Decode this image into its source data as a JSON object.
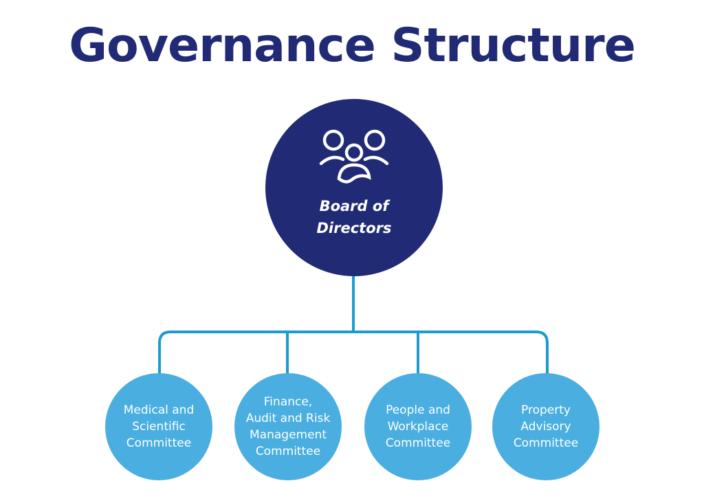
{
  "title": "Governance Structure",
  "colors": {
    "primary": "#212a74",
    "secondary": "#4aaee0",
    "connector": "#1e9ad2",
    "background": "#ffffff"
  },
  "board": {
    "label": "Board of\nDirectors",
    "icon": "group-people-icon"
  },
  "committees": [
    {
      "label": "Medical and\nScientific\nCommittee"
    },
    {
      "label": "Finance,\nAudit and Risk\nManagement\nCommittee"
    },
    {
      "label": "People and\nWorkplace\nCommittee"
    },
    {
      "label": "Property\nAdvisory\nCommittee"
    }
  ]
}
